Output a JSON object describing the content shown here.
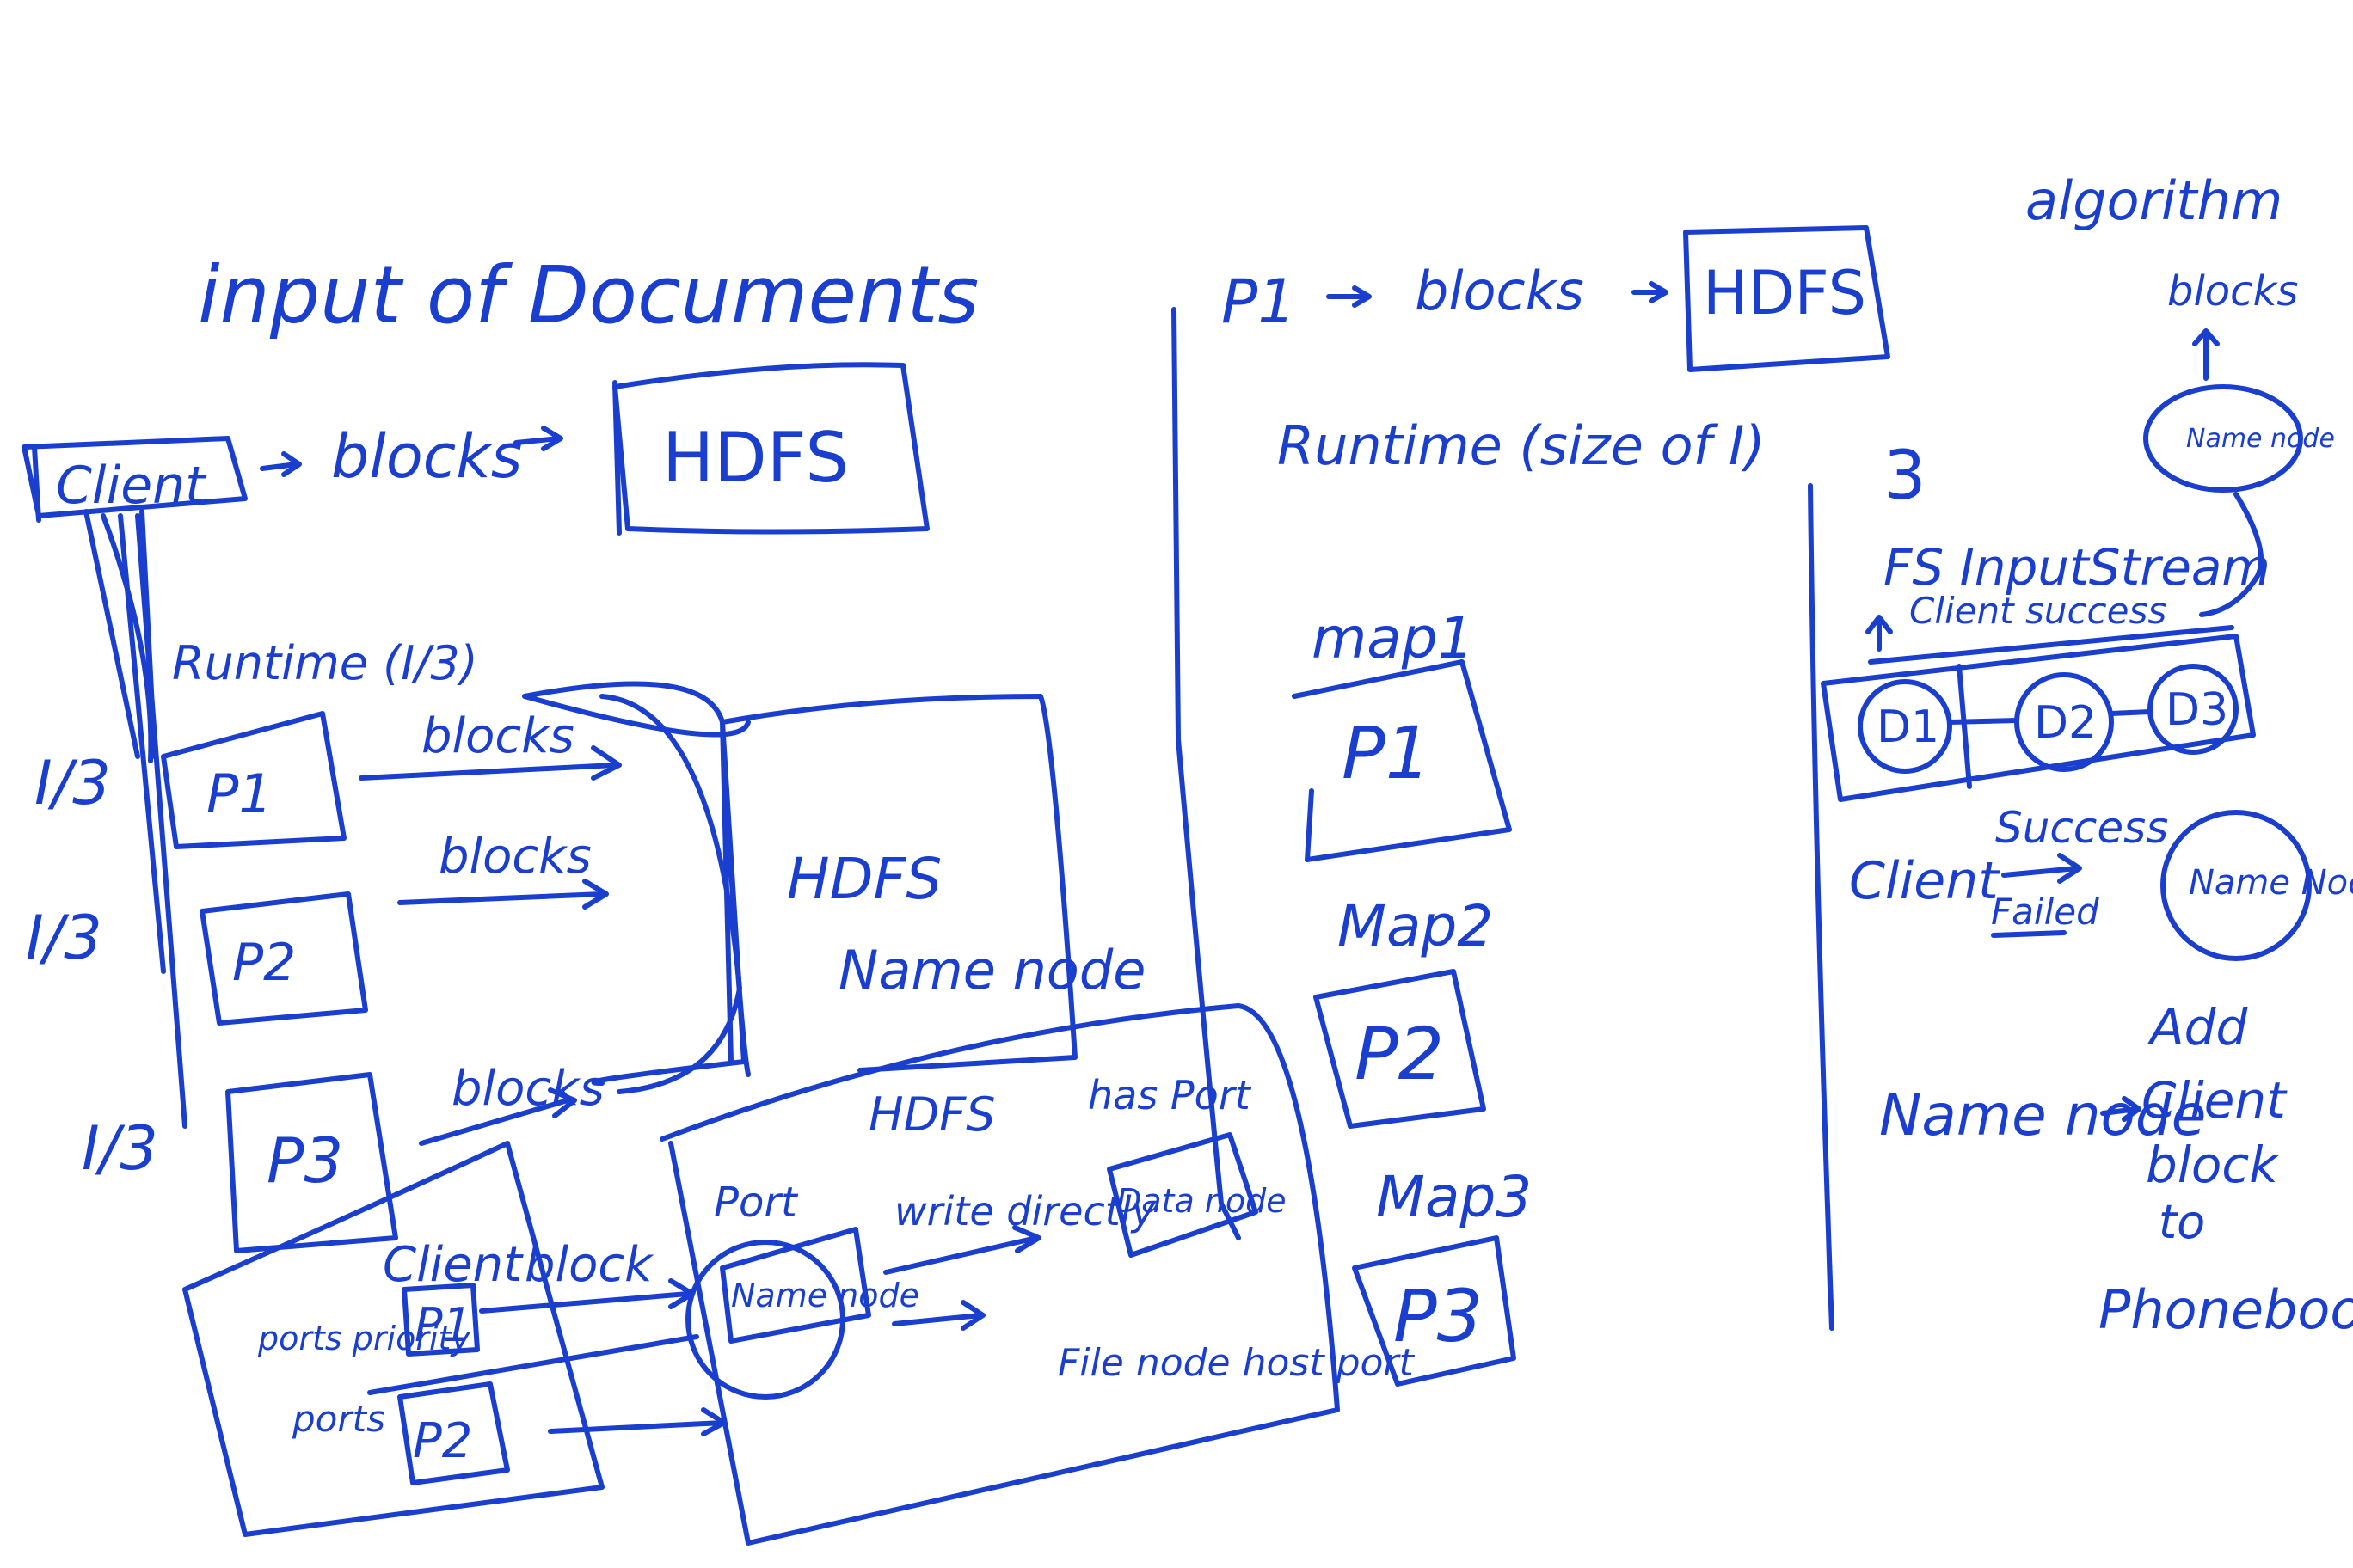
{
  "ink_color": "#1a3fcf",
  "left_section": {
    "title": "input of Documents",
    "client_label": "Client",
    "blocks_label": "blocks",
    "hdfs_label": "HDFS",
    "runtime_label": "Runtime (I/3)",
    "partitions": [
      {
        "fraction": "I/3",
        "name": "P1",
        "arrow_label": "blocks"
      },
      {
        "fraction": "I/3",
        "name": "P2",
        "arrow_label": "blocks"
      },
      {
        "fraction": "I/3",
        "name": "P3",
        "arrow_label": "blocks"
      }
    ],
    "hdfs_cylinder": {
      "label": "HDFS",
      "sublabel": "Name node"
    },
    "lower_client": {
      "title": "Client",
      "p1_note": "ports priority",
      "p1_label": "P1",
      "p2_note": "ports",
      "p2_label": "P2",
      "block_label": "block"
    },
    "lower_hdfs": {
      "title": "HDFS",
      "port_label": "Port",
      "namenode_label": "Name node",
      "write_label": "write directly",
      "has_port_label": "has Port",
      "datanode_label": "Data node",
      "file_node_label": "File node host port"
    }
  },
  "middle_section": {
    "flow_p1": "P1",
    "flow_blocks": "blocks",
    "flow_hdfs": "HDFS",
    "runtime_label": "Runtime (size of I)",
    "maps": [
      {
        "label": "map1",
        "box": "P1"
      },
      {
        "label": "Map2",
        "box": "P2"
      },
      {
        "label": "Map3",
        "box": "P3"
      }
    ]
  },
  "right_section": {
    "algorithm_label": "algorithm",
    "blocks_label": "blocks",
    "namenode_top": "Name node",
    "step_number": "3",
    "stream_label": "FS InputStream",
    "client_success_label": "Client success",
    "datanodes": [
      "D1",
      "D2",
      "D3"
    ],
    "client_label": "Client",
    "success_label": "Success",
    "failed_label": "Failed",
    "namenode_circle": "Name Node",
    "namenode_bottom": "Name node",
    "add_label_lines": [
      "Add",
      "Client",
      "block",
      "to",
      "Phonebook"
    ]
  }
}
